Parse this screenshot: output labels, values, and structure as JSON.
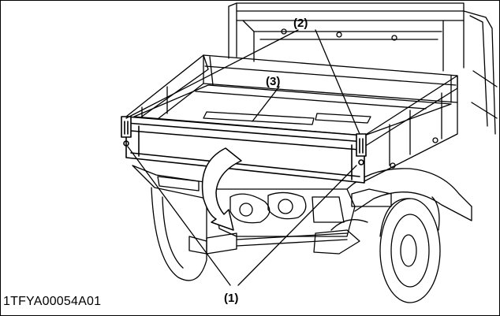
{
  "figure": {
    "code": "1TFYA00054A01",
    "callouts": {
      "one": "(1)",
      "two": "(2)",
      "three": "(3)"
    }
  }
}
